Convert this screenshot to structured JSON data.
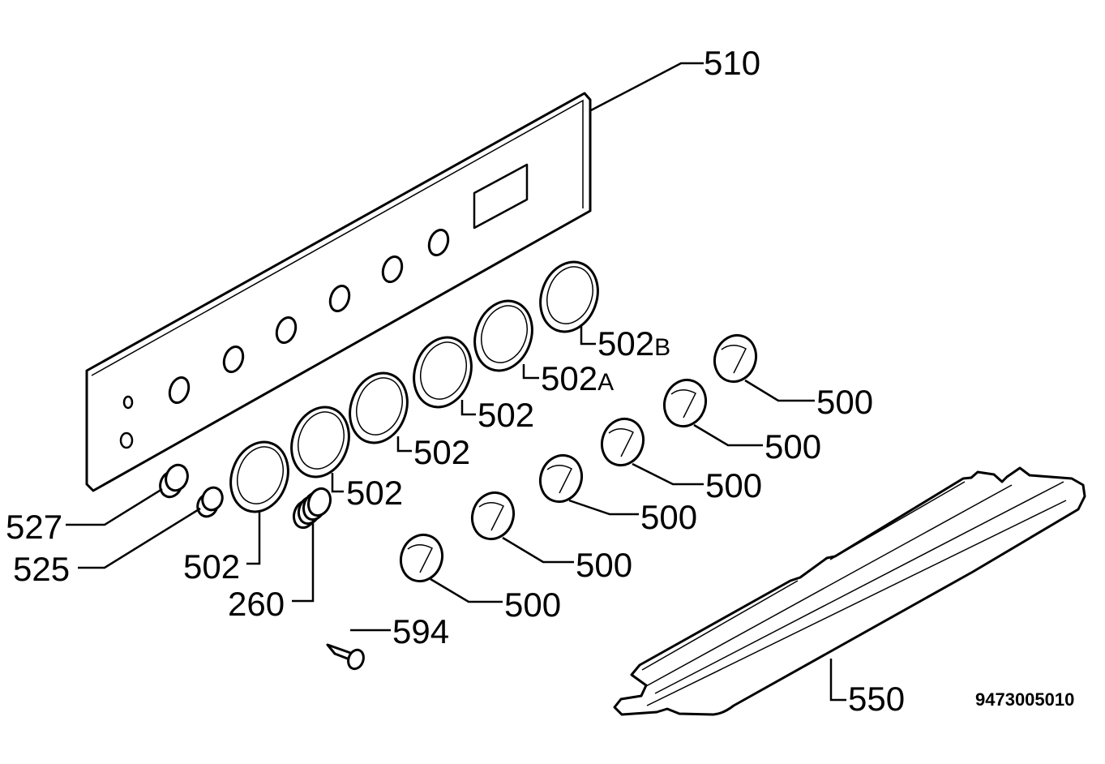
{
  "labels": {
    "panel": "510",
    "ring": "502",
    "ring_a_num": "502",
    "ring_a_suffix": "A",
    "ring_b_num": "502",
    "ring_b_suffix": "B",
    "knob": "500",
    "cap_527": "527",
    "cap_525": "525",
    "spring": "260",
    "pin": "594",
    "trim": "550"
  },
  "reference_number": "9473005010"
}
